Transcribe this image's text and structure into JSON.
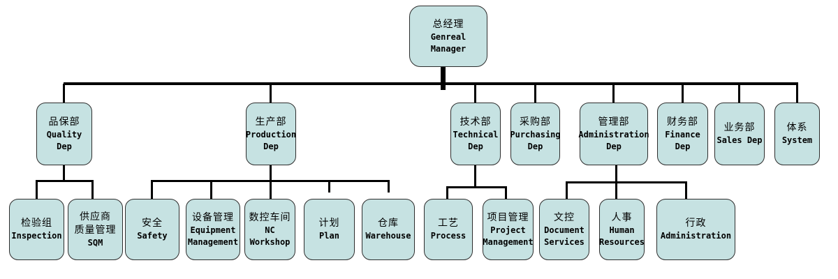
{
  "colors": {
    "box_fill": "#c6e2e2",
    "box_border": "#2d2d2d",
    "connector": "#000000",
    "background": "#ffffff"
  },
  "nodes": {
    "gm": {
      "l1": "总经理",
      "l2": "Genreal",
      "l3": "Manager"
    },
    "quality": {
      "l1": "品保部",
      "l2": "Quality",
      "l3": "Dep"
    },
    "production": {
      "l1": "生产部",
      "l2": "Production",
      "l3": "Dep"
    },
    "technical": {
      "l1": "技术部",
      "l2": "Technical",
      "l3": "Dep"
    },
    "purchasing": {
      "l1": "采购部",
      "l2": "Purchasing",
      "l3": "Dep"
    },
    "admin_dep": {
      "l1": "管理部",
      "l2": "Administration",
      "l3": "Dep"
    },
    "finance": {
      "l1": "财务部",
      "l2": "Finance",
      "l3": "Dep"
    },
    "sales": {
      "l1": "业务部",
      "l2": "Sales Dep"
    },
    "system": {
      "l1": "体系",
      "l2": "System"
    },
    "inspection": {
      "l1": "检验组",
      "l2": "Inspection"
    },
    "sqm": {
      "l1": "供应商",
      "l2": "质量管理",
      "l3": "SQM"
    },
    "safety": {
      "l1": "安全",
      "l2": "Safety"
    },
    "equipment": {
      "l1": "设备管理",
      "l2": "Equipment",
      "l3": "Management"
    },
    "nc": {
      "l1": "数控车间",
      "l2": "NC",
      "l3": "Workshop"
    },
    "plan": {
      "l1": "计划",
      "l2": "Plan"
    },
    "warehouse": {
      "l1": "仓库",
      "l2": "Warehouse"
    },
    "process": {
      "l1": "工艺",
      "l2": "Process"
    },
    "project": {
      "l1": "项目管理",
      "l2": "Project",
      "l3": "Management"
    },
    "document": {
      "l1": "文控",
      "l2": "Document",
      "l3": "Services"
    },
    "human": {
      "l1": "人事",
      "l2": "Human",
      "l3": "Resources"
    },
    "admin2": {
      "l1": "行政",
      "l2": "Administration"
    }
  }
}
